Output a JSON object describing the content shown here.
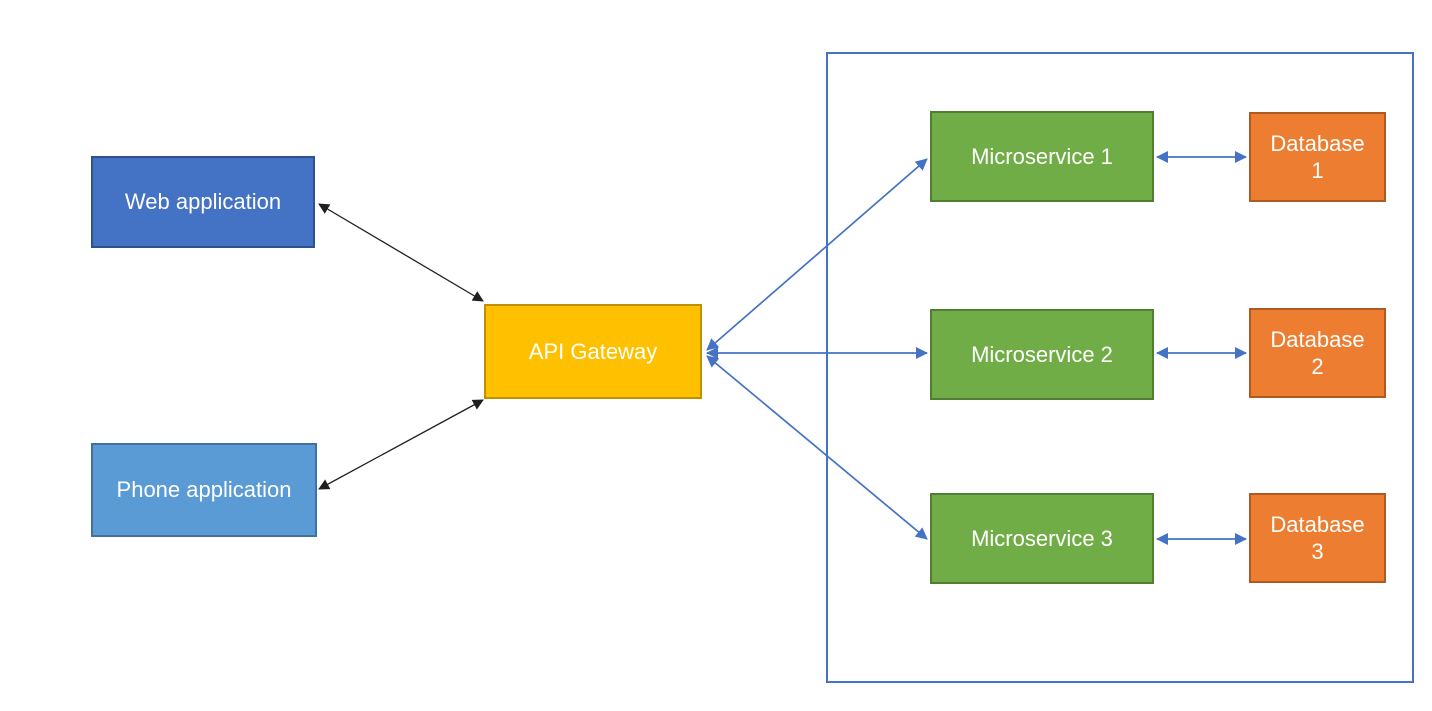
{
  "diagram": {
    "type": "architecture-diagram",
    "nodes": {
      "web_application": {
        "label": "Web application",
        "fill": "#4472c4",
        "border": "#2f528f",
        "text_color": "#ffffff"
      },
      "phone_application": {
        "label": "Phone application",
        "fill": "#5b9bd5",
        "border": "#41719c",
        "text_color": "#ffffff"
      },
      "api_gateway": {
        "label": "API Gateway",
        "fill": "#ffc000",
        "border": "#bf9000",
        "text_color": "#ffffff"
      },
      "microservice_1": {
        "label": "Microservice 1",
        "fill": "#70ad47",
        "border": "#507e32",
        "text_color": "#ffffff"
      },
      "microservice_2": {
        "label": "Microservice 2",
        "fill": "#70ad47",
        "border": "#507e32",
        "text_color": "#ffffff"
      },
      "microservice_3": {
        "label": "Microservice 3",
        "fill": "#70ad47",
        "border": "#507e32",
        "text_color": "#ffffff"
      },
      "database_1": {
        "label": "Database 1",
        "fill": "#ed7d31",
        "border": "#ae5a21",
        "text_color": "#ffffff"
      },
      "database_2": {
        "label": "Database 2",
        "fill": "#ed7d31",
        "border": "#ae5a21",
        "text_color": "#ffffff"
      },
      "database_3": {
        "label": "Database 3",
        "fill": "#ed7d31",
        "border": "#ae5a21",
        "text_color": "#ffffff"
      }
    },
    "boundary": {
      "name": "microservices-boundary",
      "border_color": "#4472c4",
      "contains": [
        "microservice_1",
        "microservice_2",
        "microservice_3",
        "database_1",
        "database_2",
        "database_3"
      ]
    },
    "connectors": [
      {
        "from": "web_application",
        "to": "api_gateway",
        "color": "#1f1f1f",
        "bidirectional": true
      },
      {
        "from": "phone_application",
        "to": "api_gateway",
        "color": "#1f1f1f",
        "bidirectional": true
      },
      {
        "from": "api_gateway",
        "to": "microservice_1",
        "color": "#4472c4",
        "bidirectional": true
      },
      {
        "from": "api_gateway",
        "to": "microservice_2",
        "color": "#4472c4",
        "bidirectional": true
      },
      {
        "from": "api_gateway",
        "to": "microservice_3",
        "color": "#4472c4",
        "bidirectional": true
      },
      {
        "from": "microservice_1",
        "to": "database_1",
        "color": "#4472c4",
        "bidirectional": true
      },
      {
        "from": "microservice_2",
        "to": "database_2",
        "color": "#4472c4",
        "bidirectional": true
      },
      {
        "from": "microservice_3",
        "to": "database_3",
        "color": "#4472c4",
        "bidirectional": true
      }
    ]
  }
}
